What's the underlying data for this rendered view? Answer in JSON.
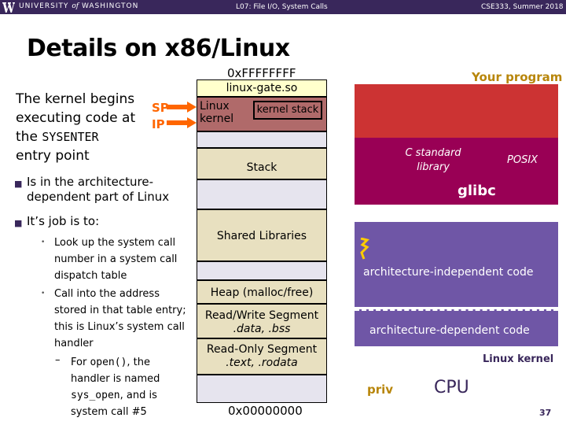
{
  "header": {
    "university_left": "UNIVERSITY",
    "university_of": "of",
    "university_right": "WASHINGTON",
    "lecture": "L07: File I/O, System Calls",
    "course": "CSE333, Summer 2018"
  },
  "title": "Details on x86/Linux",
  "intro": {
    "line1": "The kernel begins",
    "line2": "executing code at",
    "line3_prefix": "the ",
    "line3_mono": "SYSENTER",
    "line4": "entry point"
  },
  "bullets": {
    "b1": "Is in the architecture-dependent part of Linux",
    "b2": "It’s job is to:",
    "s1": "Look up the system call number in a system call dispatch table",
    "s2": "Call into the address stored in that table entry; this is Linux’s system call handler",
    "dash": "–",
    "d_line1_prefix": "For ",
    "d_line1_mono": "open()",
    "d_line1_suffix": ", the",
    "d_line2": "handler is named",
    "d_line3_mono": "sys_open",
    "d_line3_suffix": ", and is",
    "d_line4": "system call #5"
  },
  "registers": {
    "sp": "SP",
    "ip": "IP"
  },
  "memory": {
    "top_addr": "0xFFFFFFFF",
    "gate": "linux-gate.so",
    "kernel_line1": "Linux",
    "kernel_line2": "kernel",
    "kernel_stack": "kernel stack",
    "stack": "Stack",
    "shared": "Shared Libraries",
    "heap": "Heap (malloc/free)",
    "rw_title": "Read/Write Segment",
    "rw_sub": ".data, .bss",
    "ro_title": "Read-Only Segment",
    "ro_sub": ".text, .rodata",
    "bottom_addr": "0x00000000"
  },
  "diagram": {
    "your_program": "Your program",
    "c_std": "C standard library",
    "posix": "POSIX",
    "glibc": "glibc",
    "indep": "architecture-independent code",
    "dep": "architecture-dependent code",
    "linux_kernel": "Linux kernel",
    "priv": "priv",
    "cpu": "CPU"
  },
  "page_number": "37",
  "colors": {
    "uw_purple": "#39275b",
    "register_orange": "#ff6600",
    "gold": "#b8860b",
    "program_red": "#cc3333",
    "glibc_magenta": "#990055",
    "kernel_purple": "#6f56a6"
  },
  "icons": {
    "logo": "uw-w-logo",
    "lightning": "lightning-bolt-icon",
    "arrow": "right-arrow-icon"
  }
}
